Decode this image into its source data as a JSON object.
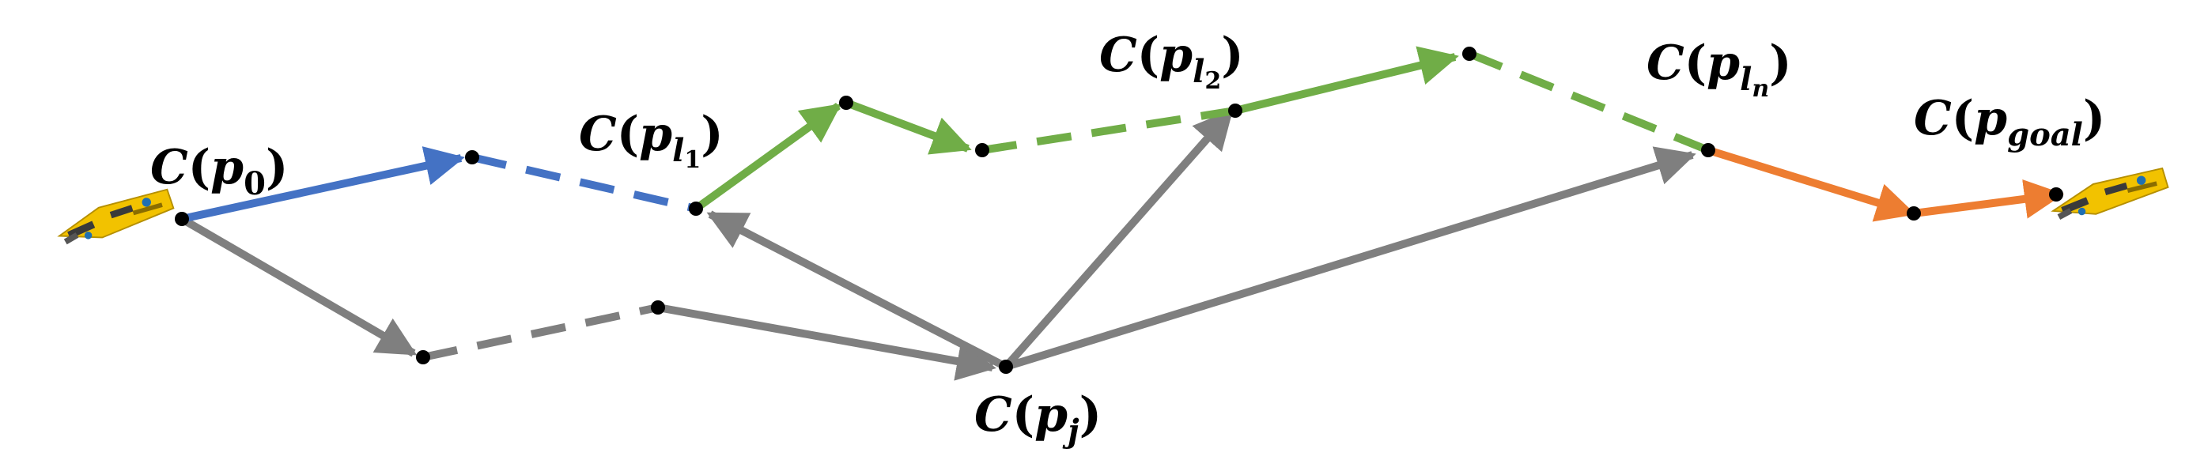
{
  "colors": {
    "blue": "#4472c4",
    "green": "#70ad47",
    "orange": "#ed7d31",
    "gray": "#7f7f7f",
    "node": "#000000",
    "vehicle_body": "#f2c200",
    "vehicle_dark": "#3a3a3a"
  },
  "labels": {
    "p0": {
      "func": "C",
      "open": "(",
      "var": "p",
      "sub": "0",
      "subsub": "",
      "close": ")"
    },
    "pl1": {
      "func": "C",
      "open": "(",
      "var": "p",
      "sub": "l",
      "subsub": "1",
      "close": ")"
    },
    "pl2": {
      "func": "C",
      "open": "(",
      "var": "p",
      "sub": "l",
      "subsub": "2",
      "close": ")"
    },
    "pln": {
      "func": "C",
      "open": "(",
      "var": "p",
      "sub": "l",
      "subsub": "n",
      "close": ")"
    },
    "pgoal": {
      "func": "C",
      "open": "(",
      "var": "p",
      "sub": "goal",
      "subsub": "",
      "close": ")"
    },
    "pj": {
      "func": "C",
      "open": "(",
      "var": "p",
      "sub": "j",
      "subsub": "",
      "close": ")"
    }
  },
  "icons": {
    "start": "underwater-vehicle-icon",
    "goal": "underwater-vehicle-icon"
  }
}
